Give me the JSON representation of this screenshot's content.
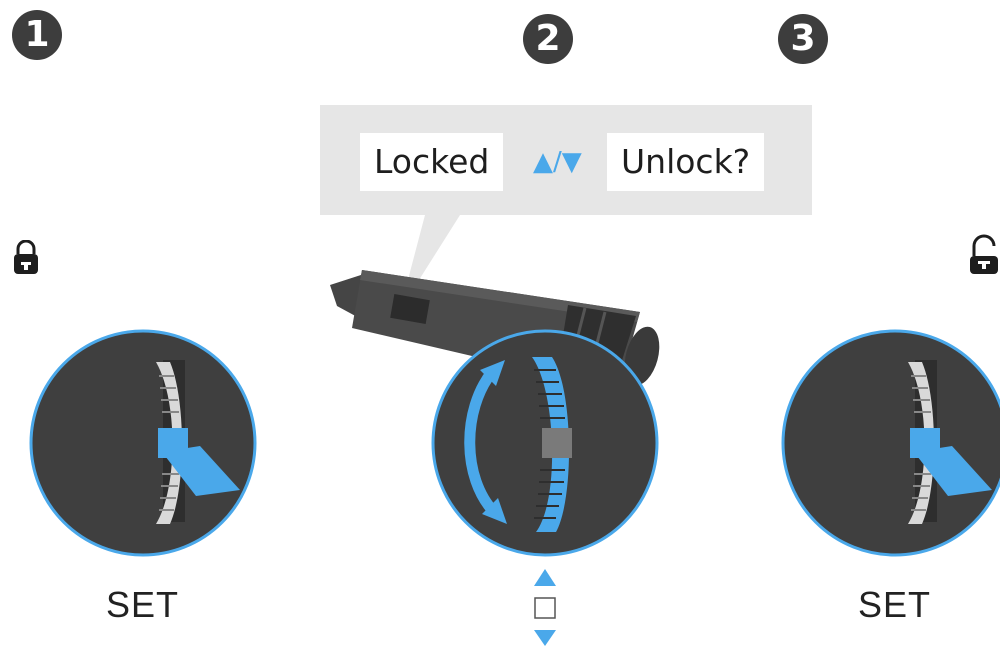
{
  "steps": {
    "one": "1",
    "two": "2",
    "three": "3"
  },
  "display": {
    "left_text": "Locked",
    "arrows": "▲/▼",
    "right_text": "Unlock?"
  },
  "buttons": {
    "set_left": "SET",
    "set_right": "SET"
  },
  "icons": {
    "lock_closed": "lock-closed-icon",
    "lock_open": "lock-open-icon",
    "up_arrow": "up-arrow-icon",
    "down_arrow": "down-arrow-icon",
    "set_square": "set-square-icon"
  },
  "colors": {
    "accent_blue": "#4aa8ea",
    "dark_gray": "#3f3f3f",
    "callout_gray": "#e6e6e6"
  }
}
